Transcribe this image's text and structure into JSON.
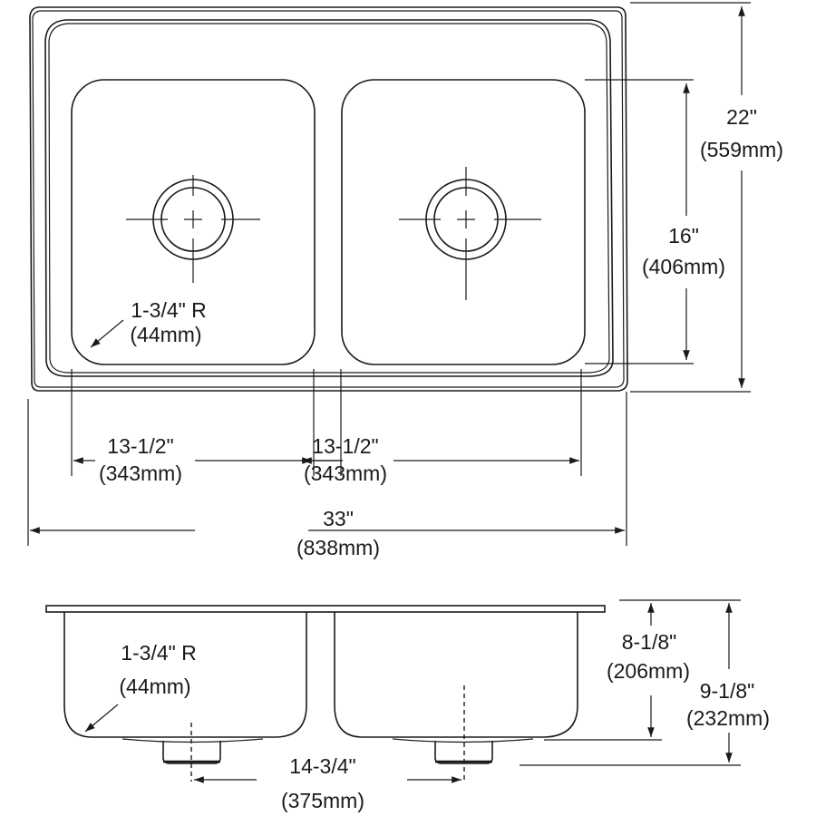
{
  "diagram": {
    "title": "Double bowl sink dimension drawing",
    "views": [
      "top-view",
      "front-section-view"
    ],
    "colors": {
      "line": "#1a1a1a",
      "background": "#ffffff"
    },
    "top_view": {
      "overall_width": {
        "imperial": "33\"",
        "metric": "(838mm)"
      },
      "overall_depth": {
        "imperial": "22\"",
        "metric": "(559mm)"
      },
      "bowl_depth": {
        "imperial": "16\"",
        "metric": "(406mm)"
      },
      "left_bowl_width": {
        "imperial": "13-1/2\"",
        "metric": "(343mm)"
      },
      "right_bowl_width": {
        "imperial": "13-1/2\"",
        "metric": "(343mm)"
      },
      "corner_radius": {
        "imperial": "1-3/4\" R",
        "metric": "(44mm)"
      }
    },
    "front_view": {
      "corner_radius": {
        "imperial": "1-3/4\" R",
        "metric": "(44mm)"
      },
      "drain_spacing": {
        "imperial": "14-3/4\"",
        "metric": "(375mm)"
      },
      "bowl_height": {
        "imperial": "8-1/8\"",
        "metric": "(206mm)"
      },
      "overall_height": {
        "imperial": "9-1/8\"",
        "metric": "(232mm)"
      }
    }
  }
}
